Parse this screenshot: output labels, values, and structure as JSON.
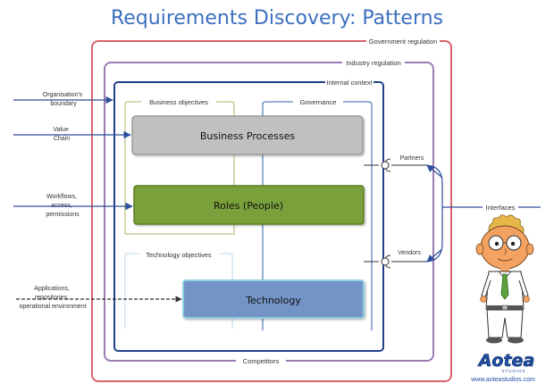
{
  "title": "Requirements Discovery: Patterns",
  "frames": {
    "government": "Government regulation",
    "industry": "Industry regulation",
    "internal": "Internal context",
    "competitors": "Competitors",
    "business_objectives": "Business objectives",
    "governance": "Governance",
    "technology_objectives": "Technology objectives"
  },
  "layers": {
    "business": "Business Processes",
    "roles": "Roles (People)",
    "technology": "Technology"
  },
  "left_inputs": {
    "org_boundary": [
      "Organisation's",
      "boundary"
    ],
    "value_chain": [
      "Value",
      "Chain"
    ],
    "workflows": [
      "Workflows,",
      "access,",
      "permissions"
    ],
    "applications": [
      "Applications,",
      "repositories,",
      "operational environment"
    ]
  },
  "right_labels": {
    "partners": "Partners",
    "vendors": "Vendors",
    "interfaces": "Interfaces"
  },
  "brand": {
    "logo": "Aotea",
    "sub": "STUDIOS",
    "url": "www.aoteastudios.com"
  },
  "colors": {
    "title": "#3c6fbf",
    "government": "#d9636c",
    "industry": "#9b7bb3",
    "internal": "#1f3f8c",
    "arrows": "#2e4f9e",
    "business_fill": "#c0c0c0",
    "roles_fill": "#7aa03a",
    "technology_fill": "#7394c6"
  }
}
